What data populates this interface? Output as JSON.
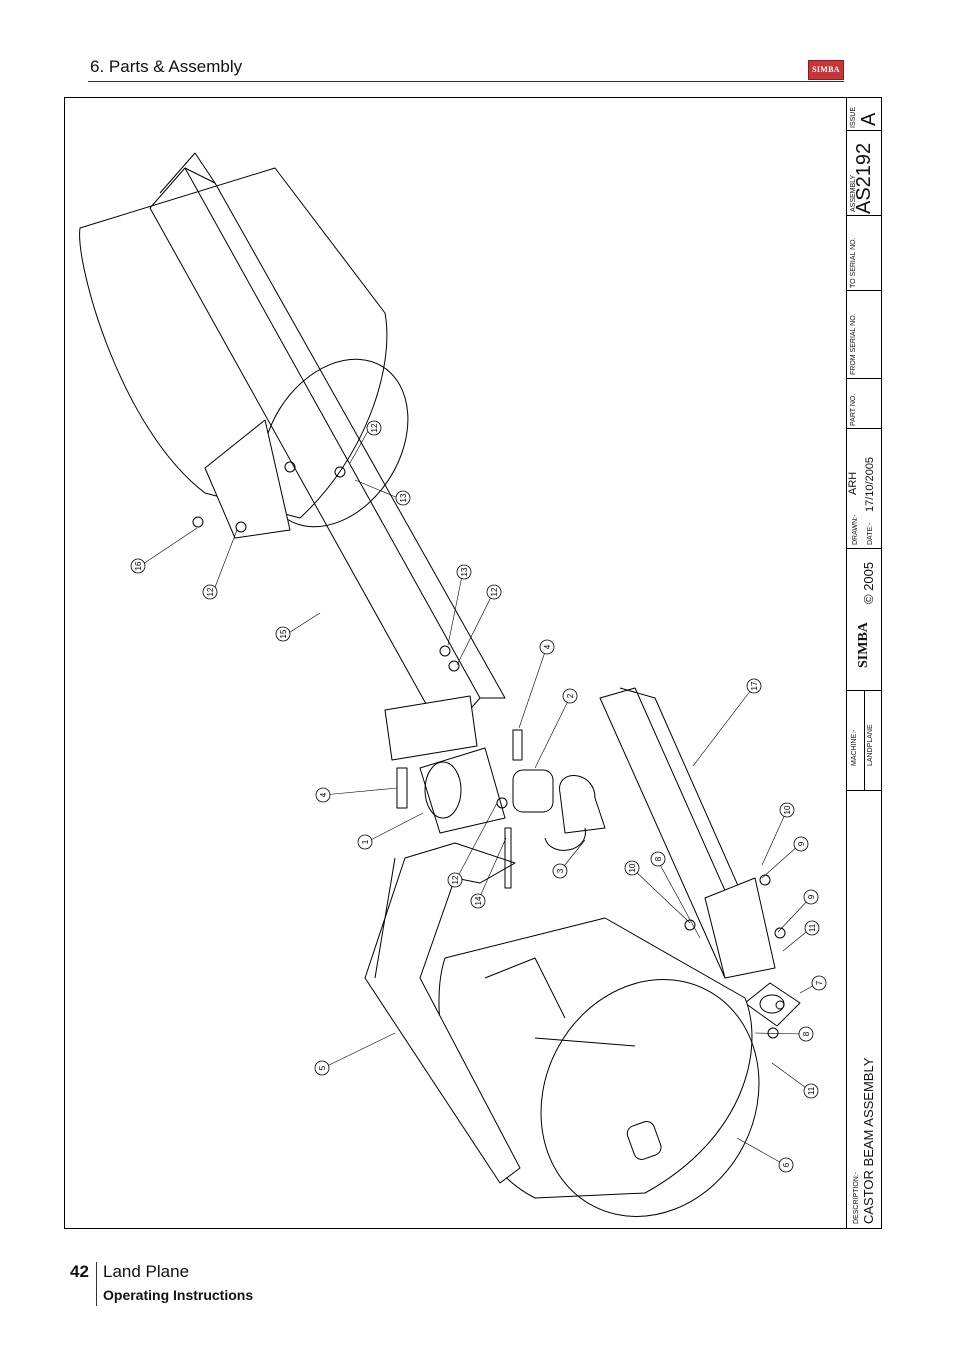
{
  "header": {
    "section_title": "6. Parts & Assembly",
    "logo_text": "SIMBA"
  },
  "title_block": {
    "issue_label": "ISSUE",
    "issue_value": "A",
    "assembly_label": "ASSEMBLY",
    "assembly_value": "AS2192",
    "to_serial_label": "TO SERIAL NO.",
    "from_serial_label": "FROM SERIAL NO.",
    "part_no_label": "PART NO.",
    "drawn_label": "DRAWN:-",
    "drawn_value": "ARH",
    "date_label": "DATE:-",
    "date_value": "17/10/2005",
    "copyright": "© 2005",
    "logo_text": "SIMBA",
    "machine_label": "MACHINE:-",
    "machine_value": "LANDPLANE",
    "description_label": "DESCRIPTION:-",
    "description_value": "CASTOR BEAM ASSEMBLY"
  },
  "callouts": [
    "12",
    "13",
    "16",
    "12",
    "15",
    "13",
    "12",
    "4",
    "2",
    "17",
    "4",
    "1",
    "12",
    "3",
    "14",
    "10",
    "9",
    "8",
    "10",
    "9",
    "11",
    "7",
    "8",
    "5",
    "11",
    "6"
  ],
  "footer": {
    "page_number": "42",
    "title": "Land Plane",
    "subtitle": "Operating Instructions"
  }
}
